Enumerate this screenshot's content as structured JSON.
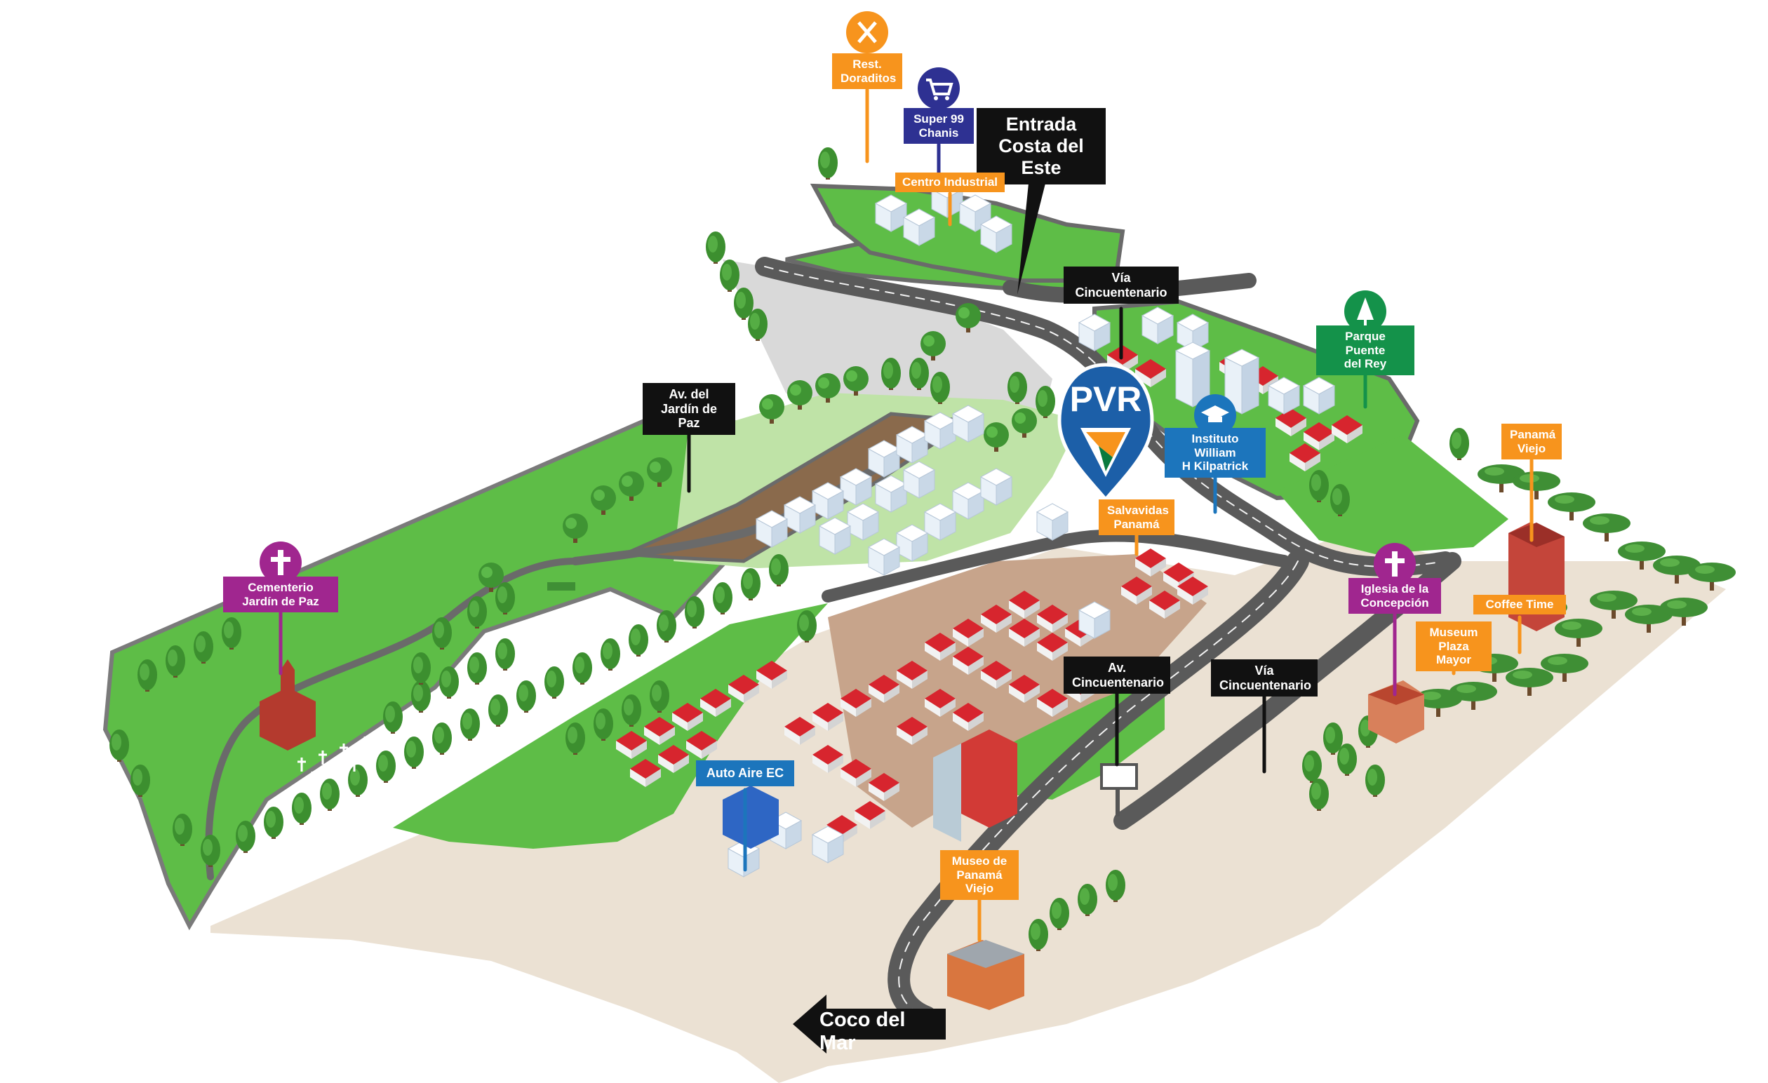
{
  "colors": {
    "grass": "#5dbb46",
    "grass_dark": "#3f9a32",
    "road": "#5a5a5a",
    "sand": "#ece3d6",
    "lot": "#d9d9d9",
    "dirt": "#8a6a4c",
    "label_black": "#111111",
    "label_orange": "#f7941d",
    "label_purple": "#a0268f",
    "label_navy": "#2e3192",
    "label_green": "#14924a",
    "label_blue": "#1c75bc",
    "pin_blue": "#1c5fa8"
  },
  "brand_pin": {
    "text": "PVR",
    "icon": "pvr-logo-icon"
  },
  "labels": {
    "entrada": "Entrada\nCosta del Este",
    "via_top": "Vía\nCincuentenario",
    "av_jardin": "Av. del\nJardín de Paz",
    "rest": "Rest.\nDoraditos",
    "super99": "Super 99\nChanis",
    "centro": "Centro Industrial",
    "parque": "Parque Puente\ndel Rey",
    "instituto": "Instituto William\nH Kilpatrick",
    "salvavidas": "Salvavidas\nPanamá",
    "panama_viejo": "Panamá\nViejo",
    "coffee": "Coffee Time",
    "iglesia": "Iglesia de la\nConcepción",
    "museum_plaza": "Museum\nPlaza Mayor",
    "cementerio": "Cementerio\nJardín de Paz",
    "av_cinc": "Av.\nCincuentenario",
    "via_right": "Vía\nCincuentenario",
    "auto_aire": "Auto Aire EC",
    "museo": "Museo de\nPanamá Viejo",
    "coco": "Coco del Mar"
  },
  "icons": {
    "rest": "fork-knife-icon",
    "super99": "shopping-cart-icon",
    "parque": "tree-icon",
    "instituto": "graduation-cap-icon",
    "cementerio": "cross-icon",
    "iglesia": "cross-icon"
  }
}
